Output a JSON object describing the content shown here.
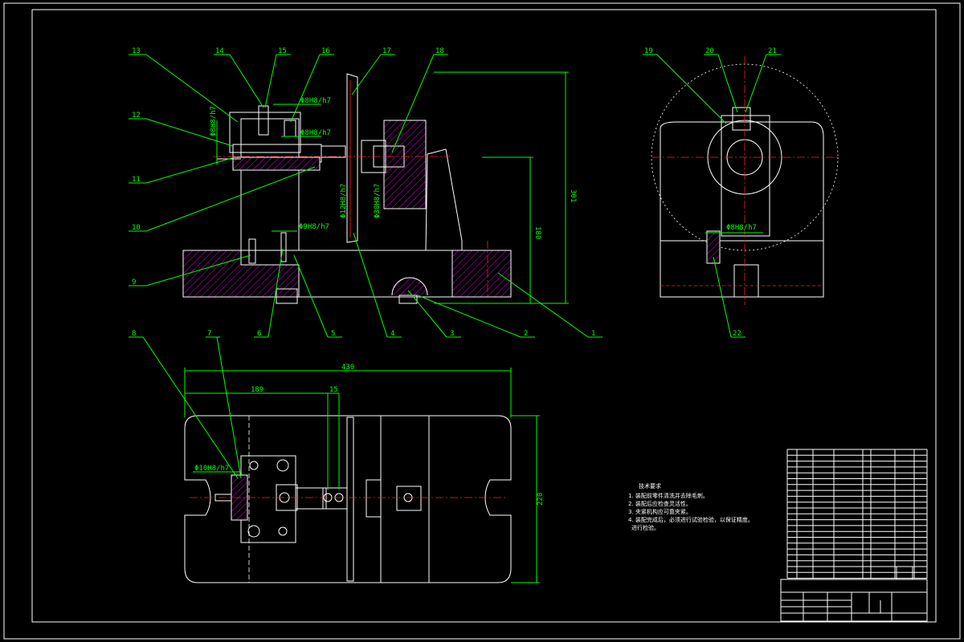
{
  "drawing": {
    "border_color": "#ffffff",
    "leader_color": "#00ff00",
    "hatch_color": "#c000c0",
    "centerline_color": "#ff2020"
  },
  "callouts": {
    "n1": "1",
    "n2": "2",
    "n3": "3",
    "n4": "4",
    "n5": "5",
    "n6": "6",
    "n7": "7",
    "n8": "8",
    "n9": "9",
    "n10": "10",
    "n11": "11",
    "n12": "12",
    "n13": "13",
    "n14": "14",
    "n15": "15",
    "n16": "16",
    "n17": "17",
    "n18": "18",
    "n19": "19",
    "n20": "20",
    "n21": "21",
    "n22": "22"
  },
  "dimensions": {
    "d_8h8_top": "Φ8H8/h7",
    "d_8h8_mid": "Φ8H8/h7",
    "d_8h8_left": "Φ8H8/h7",
    "d_9h8_base": "Φ9H8/h7",
    "d_12h8": "Φ12H8/h7",
    "d_30h8": "Φ30H8/h7",
    "d_180": "180",
    "d_301": "301",
    "d_8h8_side": "Φ8H8/h7",
    "d_430": "430",
    "d_189": "189",
    "d_15": "15",
    "d_220": "220",
    "d_10h8": "Φ10H8/h7"
  },
  "notes": {
    "title": "技术要求",
    "lines": [
      "1. 装配前零件清洗并去除毛刺。",
      "2. 装配后应检查灵活性。",
      "3. 夹紧机构应可靠夹紧。",
      "4. 装配完成后，必须进行试验检验，以保证精度。",
      "进行检验。"
    ]
  }
}
